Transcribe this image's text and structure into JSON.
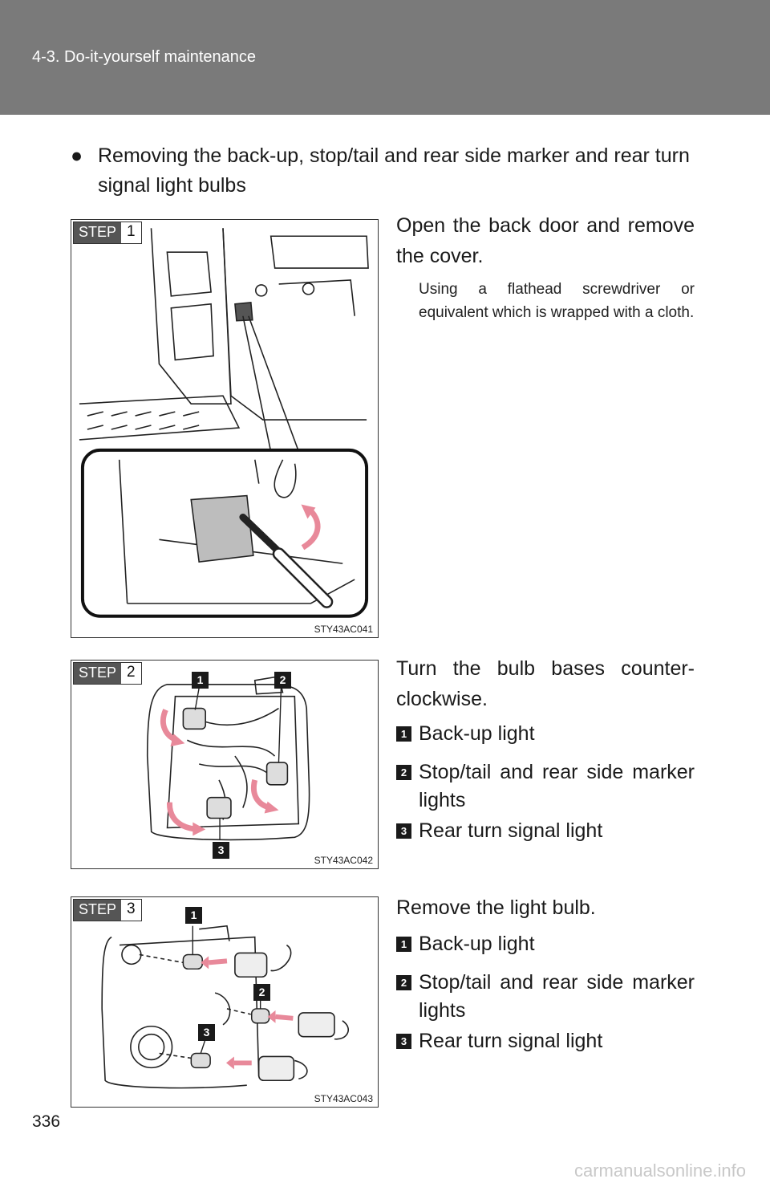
{
  "header": {
    "section": "4-3. Do-it-yourself maintenance"
  },
  "intro": {
    "bullet": "●",
    "text": "Removing the back-up, stop/tail and rear side marker and rear turn signal light bulbs"
  },
  "steps": [
    {
      "label": "STEP",
      "number": "1",
      "code": "STY43AC041",
      "instruction": "Open the back door and remove the cover.",
      "note": "Using a flathead screwdriver or equivalent which is wrapped with a cloth."
    },
    {
      "label": "STEP",
      "number": "2",
      "code": "STY43AC042",
      "instruction": "Turn the bulb bases counter-clockwise.",
      "items": [
        {
          "num": "1",
          "text": "Back-up light"
        },
        {
          "num": "2",
          "text": "Stop/tail and rear side marker lights"
        },
        {
          "num": "3",
          "text": "Rear turn signal light"
        }
      ]
    },
    {
      "label": "STEP",
      "number": "3",
      "code": "STY43AC043",
      "instruction": "Remove the light bulb.",
      "items": [
        {
          "num": "1",
          "text": "Back-up light"
        },
        {
          "num": "2",
          "text": "Stop/tail and rear side marker lights"
        },
        {
          "num": "3",
          "text": "Rear turn signal light"
        }
      ]
    }
  ],
  "page_number": "336",
  "watermark": "carmanualsonline.info",
  "colors": {
    "header": "#7a7a7a",
    "arrow": "#e8899a",
    "callout": "#1a1a1a"
  }
}
